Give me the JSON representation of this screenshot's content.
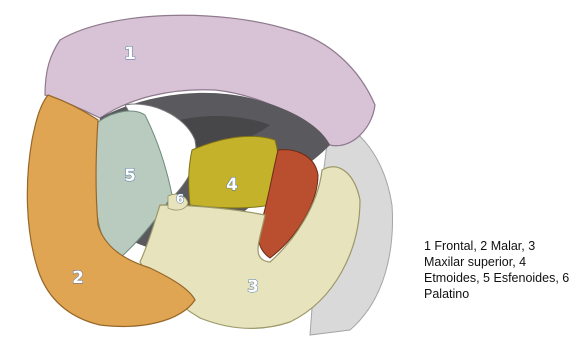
{
  "diagram": {
    "bone_colors": {
      "frontal": "#d8c2d6",
      "malar": "#e0a552",
      "maxilar_superior": "#e6e3bd",
      "etmoides": "#c3b22a",
      "esfenoides": "#b9cbbf",
      "palatino": "#b94f2f",
      "cavity": "#5a5a5e"
    },
    "labels": [
      {
        "id": "label-1",
        "text": "1"
      },
      {
        "id": "label-2",
        "text": "2"
      },
      {
        "id": "label-3",
        "text": "3"
      },
      {
        "id": "label-4",
        "text": "4"
      },
      {
        "id": "label-5",
        "text": "5"
      },
      {
        "id": "label-6",
        "text": "6"
      }
    ]
  },
  "caption": {
    "text": "1 Frontal, 2 Malar, 3 Maxilar superior, 4 Etmoides, 5 Esfenoides, 6 Palatino"
  }
}
